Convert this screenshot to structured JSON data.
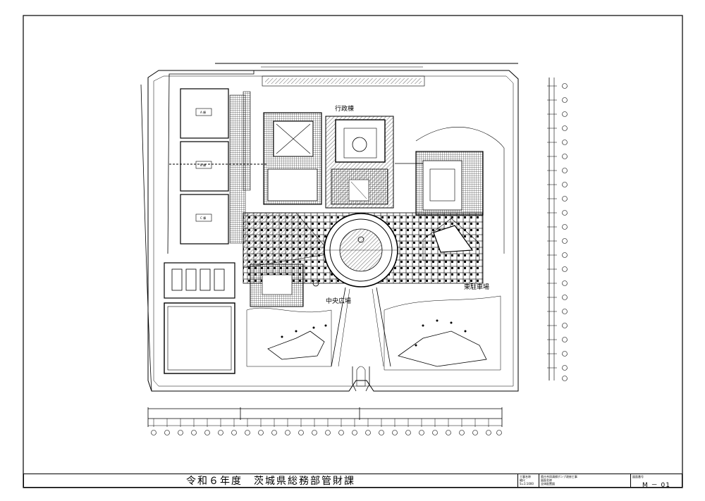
{
  "labels": {
    "gyosei": "行政棟",
    "chuo": "中央広場",
    "chusha": "東駐車場",
    "bldg_a": "A 棟",
    "bldg_b": "B 棟",
    "bldg_c": "C 棟"
  },
  "title_block": {
    "organization": "令和６年度　茨城県総務部管財課",
    "label_project": "工事名称",
    "project_name": "県庁合同清掃ポンプ改修工事",
    "label_drawing": "図面名称",
    "drawing_name": "全体配置図",
    "label_scale": "縮尺",
    "scale": "S=1:1000",
    "label_sheet": "図面番号",
    "sheet_number": "M － 01"
  }
}
